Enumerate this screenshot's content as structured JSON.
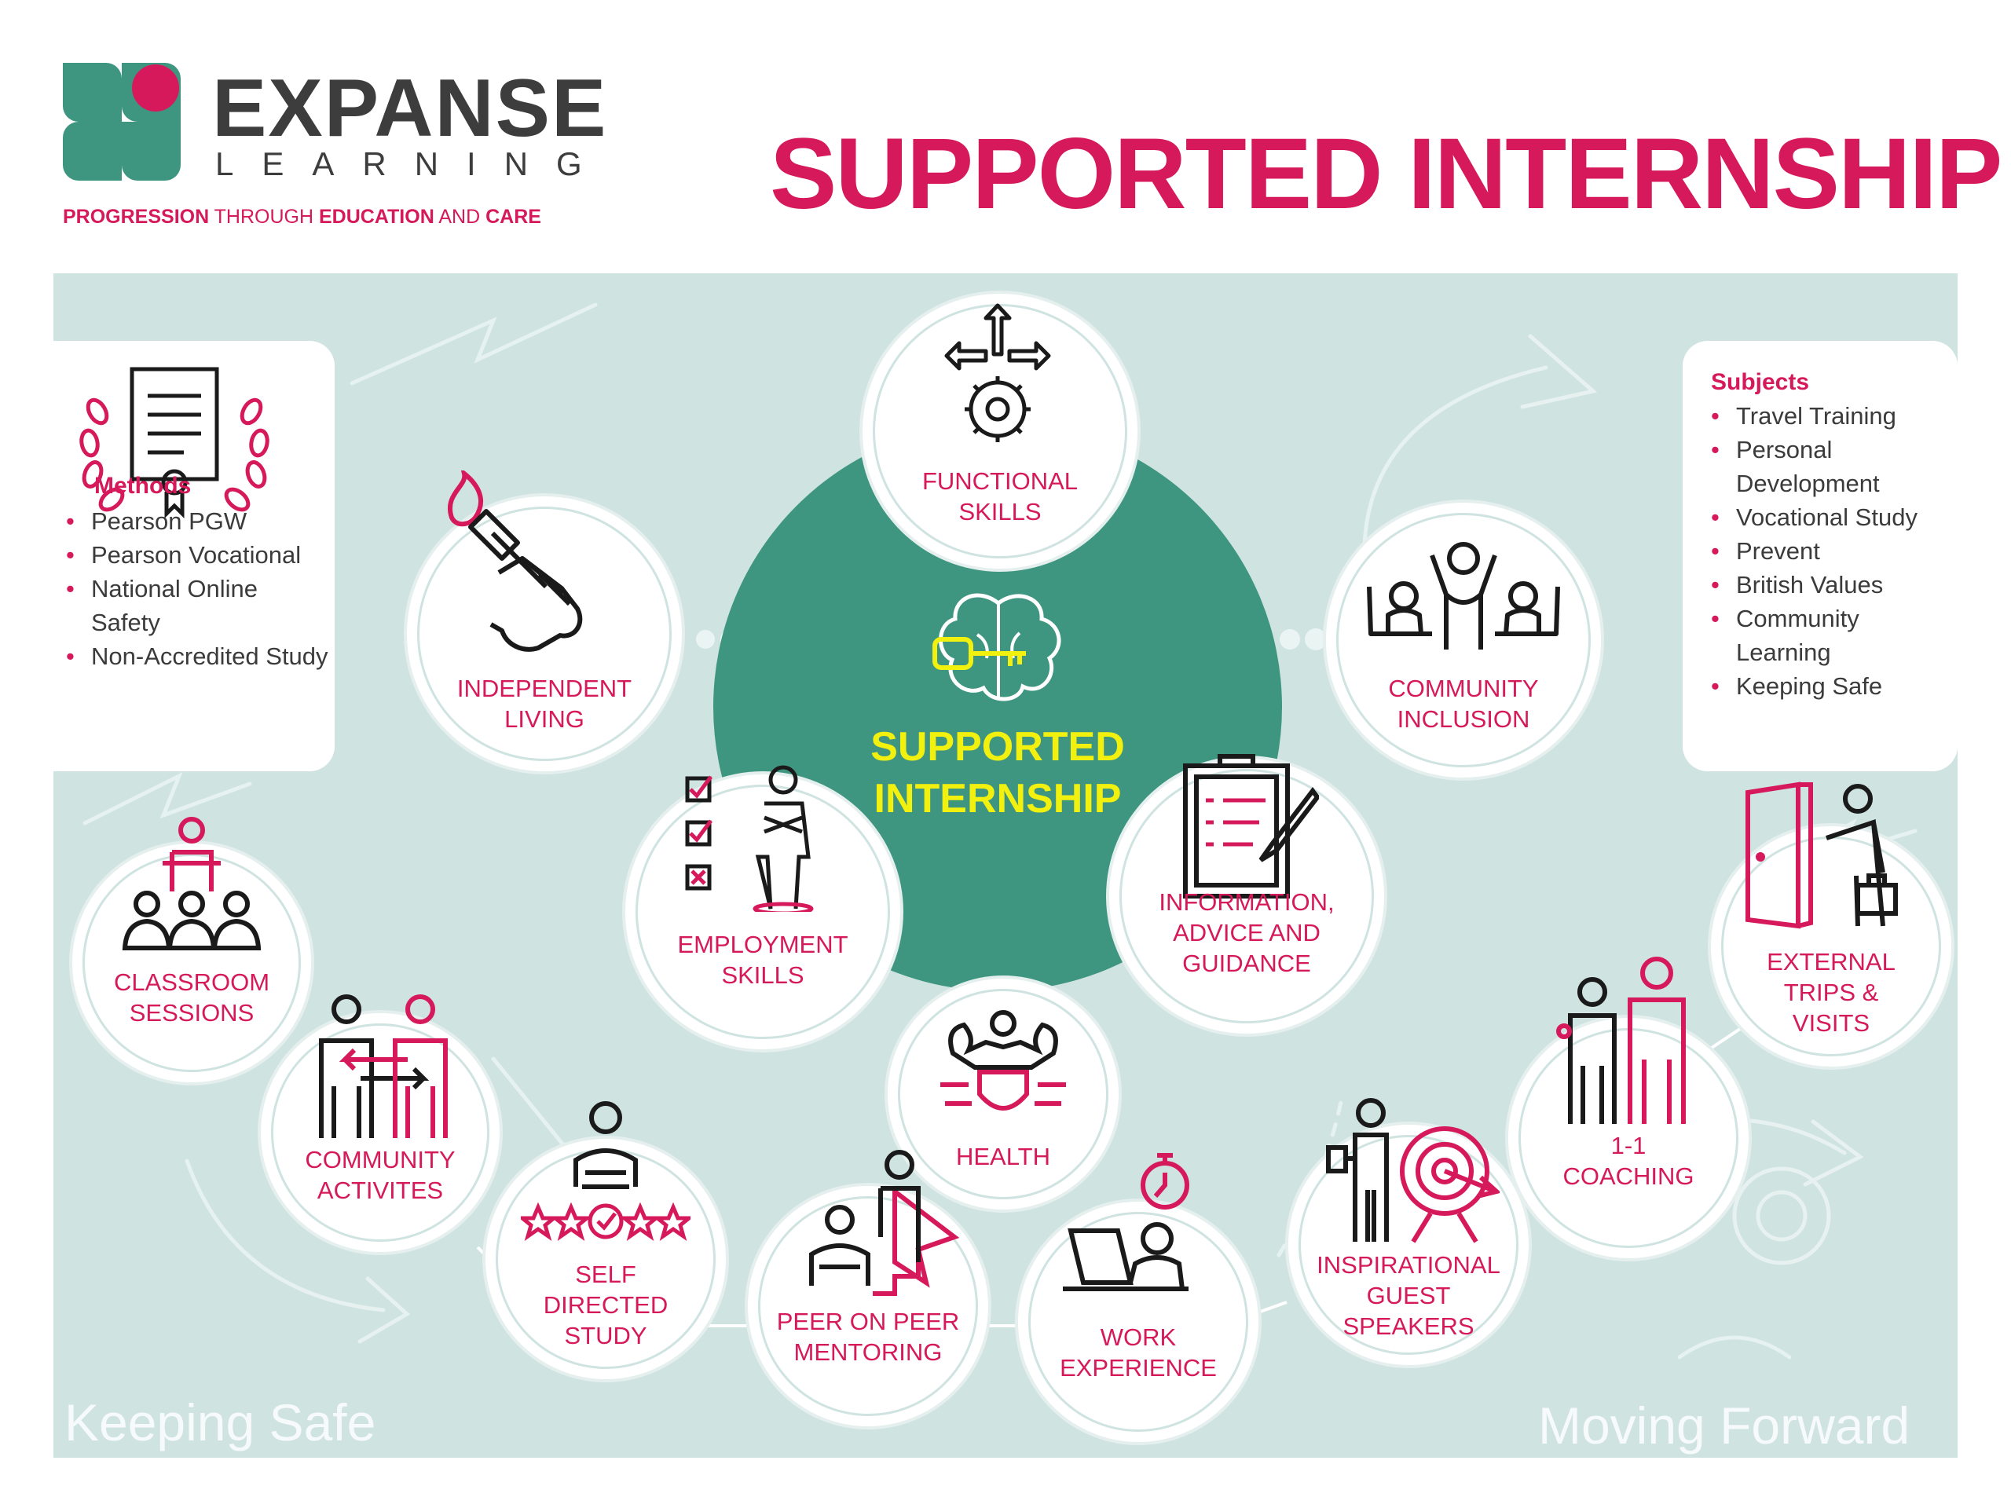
{
  "brand": {
    "name": "EXPANSE",
    "sub": "LEARNING",
    "tagline": {
      "w1": "PROGRESSION",
      "w2": "THROUGH",
      "w3": "EDUCATION",
      "w4": "AND",
      "w5": "CARE"
    }
  },
  "title": "SUPPORTED INTERNSHIP",
  "center": {
    "line1": "SUPPORTED",
    "line2": "INTERNSHIP"
  },
  "methods": {
    "title": "Methods",
    "items": [
      "Pearson PGW",
      "Pearson Vocational",
      "National Online Safety",
      "Non-Accredited Study"
    ]
  },
  "subjects": {
    "title": "Subjects",
    "items": [
      "Travel Training",
      "Personal Development",
      "Vocational Study",
      "Prevent",
      "British Values",
      "Community Learning",
      "Keeping    Safe"
    ]
  },
  "nodes": {
    "functional_skills": [
      "FUNCTIONAL",
      "SKILLS"
    ],
    "independent_living": [
      "INDEPENDENT",
      "LIVING"
    ],
    "community_inclusion": [
      "COMMUNITY",
      "INCLUSION"
    ],
    "employment_skills": [
      "EMPLOYMENT",
      "SKILLS"
    ],
    "information_advice": [
      "INFORMATION,",
      "ADVICE AND",
      "GUIDANCE"
    ],
    "classroom_sessions": [
      "CLASSROOM",
      "SESSIONS"
    ],
    "community_activites": [
      "COMMUNITY",
      "ACTIVITES"
    ],
    "health": [
      "HEALTH"
    ],
    "self_directed_study": [
      "SELF",
      "DIRECTED",
      "STUDY"
    ],
    "peer_mentoring": [
      "PEER ON PEER",
      "MENTORING"
    ],
    "work_experience": [
      "WORK",
      "EXPERIENCE"
    ],
    "inspirational_speakers": [
      "INSPIRATIONAL",
      "GUEST",
      "SPEAKERS"
    ],
    "coaching": [
      "1-1",
      "COACHING"
    ],
    "external_trips": [
      "EXTERNAL",
      "TRIPS &",
      "VISITS"
    ]
  },
  "watermarks": {
    "left": "Keeping Safe",
    "right": "Moving Forward"
  },
  "colors": {
    "brand_pink": "#d6195a",
    "brand_teal": "#3e9680",
    "panel": "#cfe3e1",
    "center_text": "#f2f00e",
    "dark_text": "#3d3d3d"
  },
  "icons": [
    "certificate-laurel-icon",
    "move-arrows-gear-icon",
    "hand-torch-icon",
    "brain-key-icon",
    "people-celebrating-icon",
    "checklist-person-icon",
    "clipboard-pen-icon",
    "presenter-audience-icon",
    "people-exchange-icon",
    "strong-shield-icon",
    "stars-rating-person-icon",
    "mentor-cape-icon",
    "laptop-stopwatch-icon",
    "speaker-target-icon",
    "adult-child-icon",
    "door-exit-person-icon"
  ]
}
